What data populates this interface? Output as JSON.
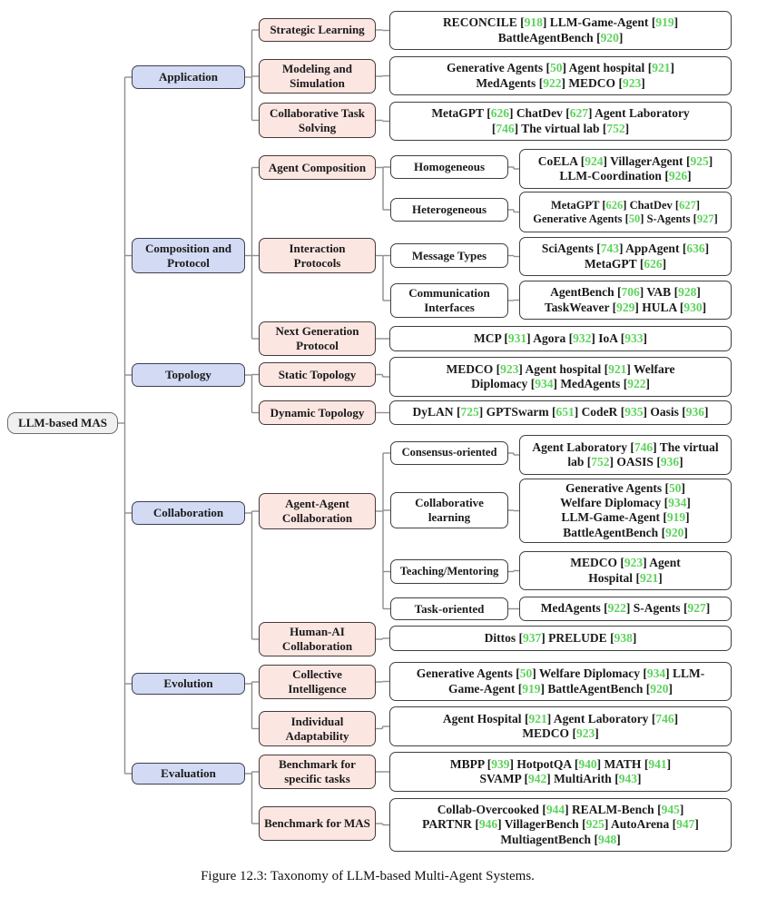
{
  "figure": {
    "caption": "Figure 12.3: Taxonomy of LLM-based Multi-Agent Systems.",
    "root": {
      "label": "LLM-based MAS"
    },
    "branches": [
      {
        "label": "Application",
        "children": [
          {
            "label": "Strategic Learning",
            "refs": "RECONCILE [918] LLM-Game-Agent [919] BattleAgentBench [920]"
          },
          {
            "label": "Modeling and Simulation",
            "refs": "Generative Agents [50] Agent hospital [921] MedAgents [922] MEDCO [923]"
          },
          {
            "label": "Collaborative Task Solving",
            "refs": "MetaGPT [626] ChatDev [627] Agent Laboratory [746] The virtual lab [752]"
          }
        ]
      },
      {
        "label": "Composition and Protocol",
        "children": [
          {
            "label": "Agent Composition",
            "children": [
              {
                "label": "Homogeneous",
                "refs": "CoELA [924] VillagerAgent [925] LLM-Coordination [926]"
              },
              {
                "label": "Heterogeneous",
                "refs": "MetaGPT [626] ChatDev [627] Generative Agents [50] S-Agents [927]"
              }
            ]
          },
          {
            "label": "Interaction Protocols",
            "children": [
              {
                "label": "Message Types",
                "refs": "SciAgents [743] AppAgent [636] MetaGPT [626]"
              },
              {
                "label": "Communication Interfaces",
                "refs": "AgentBench [706] VAB [928] TaskWeaver [929] HULA [930]"
              }
            ]
          },
          {
            "label": "Next Generation Protocol",
            "refs": "MCP [931] Agora [932] IoA [933]"
          }
        ]
      },
      {
        "label": "Topology",
        "children": [
          {
            "label": "Static Topology",
            "refs": "MEDCO [923] Agent hospital [921] Welfare Diplomacy [934] MedAgents [922]"
          },
          {
            "label": "Dynamic Topology",
            "refs": "DyLAN [725] GPTSwarm [651] CodeR [935] Oasis [936]"
          }
        ]
      },
      {
        "label": "Collaboration",
        "children": [
          {
            "label": "Agent-Agent Collaboration",
            "children": [
              {
                "label": "Consensus-oriented",
                "refs": "Agent Laboratory [746] The virtual lab [752] OASIS [936]"
              },
              {
                "label": "Collaborative learning",
                "refs": "Generative Agents [50] Welfare Diplomacy [934] LLM-Game-Agent [919] BattleAgentBench [920]"
              },
              {
                "label": "Teaching/Mentoring",
                "refs": "MEDCO [923] Agent Hospital [921]"
              },
              {
                "label": "Task-oriented",
                "refs": "MedAgents [922] S-Agents [927]"
              }
            ]
          },
          {
            "label": "Human-AI Collaboration",
            "refs": "Dittos [937] PRELUDE [938]"
          }
        ]
      },
      {
        "label": "Evolution",
        "children": [
          {
            "label": "Collective Intelligence",
            "refs": "Generative Agents [50] Welfare Diplomacy [934] LLM-Game-Agent [919] BattleAgentBench [920]"
          },
          {
            "label": "Individual Adaptability",
            "refs": "Agent Hospital [921] Agent Laboratory [746] MEDCO [923]"
          }
        ]
      },
      {
        "label": "Evaluation",
        "children": [
          {
            "label": "Benchmark for specific tasks",
            "refs": "MBPP [939] HotpotQA [940] MATH [941] SVAMP [942] MultiArith [943]"
          },
          {
            "label": "Benchmark for MAS",
            "refs": "Collab-Overcooked [944] REALM-Bench [945] PARTNR [946] VillagerBench [925] AutoArena [947] MultiagentBench [948]"
          }
        ]
      }
    ]
  },
  "colors": {
    "level1_fill": "#d3daf4",
    "level2_fill": "#fbe6e2",
    "leaf_fill": "#ffffff",
    "root_fill": "#f0f0f0",
    "citation_green": "#5dd35d",
    "connector_gray": "#8f8f8f"
  }
}
